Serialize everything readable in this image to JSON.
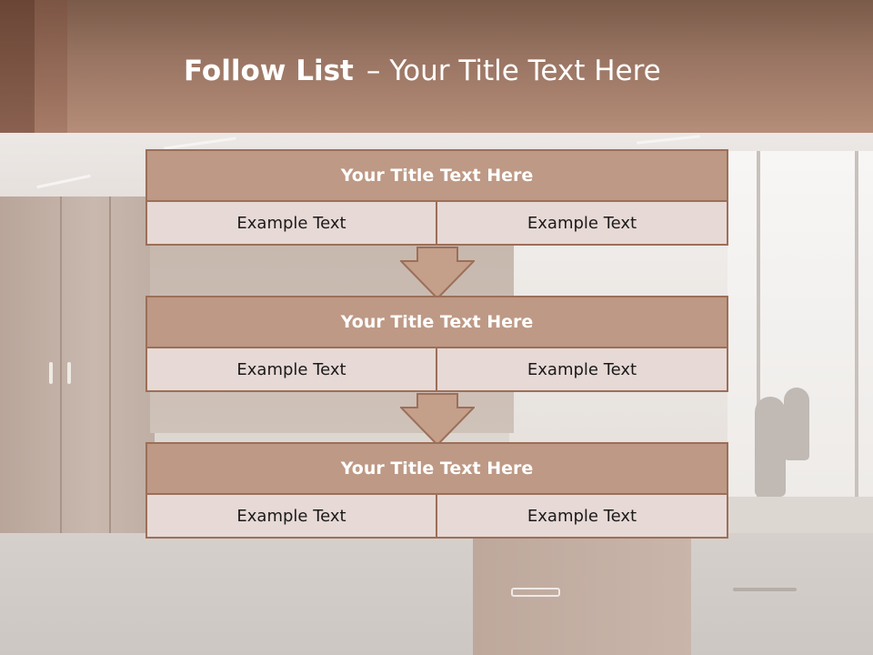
{
  "header": {
    "title_bold": "Follow List",
    "title_dash": "–",
    "title_rest": "Your Title Text Here"
  },
  "blocks": [
    {
      "title": "Your Title Text Here",
      "left": "Example Text",
      "right": "Example Text"
    },
    {
      "title": "Your Title Text Here",
      "left": "Example Text",
      "right": "Example Text"
    },
    {
      "title": "Your Title Text Here",
      "left": "Example Text",
      "right": "Example Text"
    }
  ],
  "colors": {
    "header": "#9a7563",
    "box_title": "#be9985",
    "box_cell": "#e7d9d5",
    "box_border": "#9c6f59",
    "arrow_fill": "#c49f8a"
  }
}
